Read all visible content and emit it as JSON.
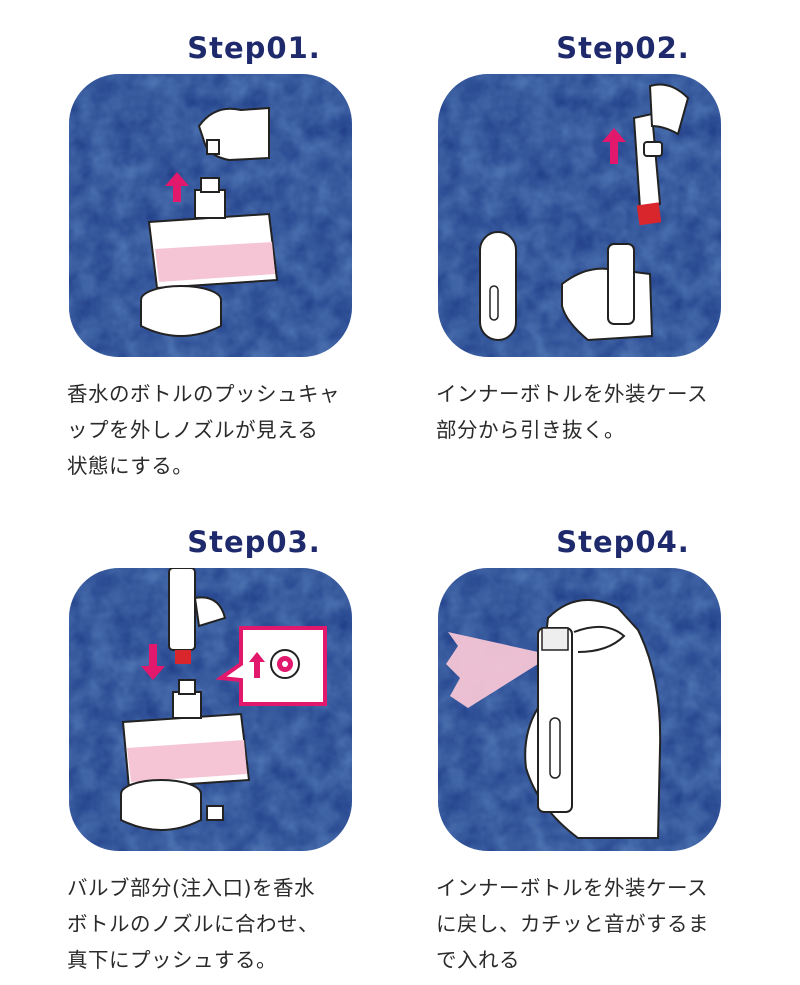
{
  "colors": {
    "title": "#1e2a6b",
    "panel_bg": "#22408a",
    "accent": "#e2186d",
    "liquid": "#f6c5d5"
  },
  "steps": [
    {
      "title": "Step01.",
      "description": "香水のボトルのプッシュキャ\nップを外しノズルが見える\n状態にする。",
      "illustration": "remove-perfume-cap"
    },
    {
      "title": "Step02.",
      "description": "インナーボトルを外装ケース\n部分から引き抜く。",
      "illustration": "pull-out-inner-bottle"
    },
    {
      "title": "Step03.",
      "description": "バルブ部分(注入口)を香水\nボトルのノズルに合わせ、\n真下にプッシュする。",
      "illustration": "push-onto-nozzle"
    },
    {
      "title": "Step04.",
      "description": "インナーボトルを外装ケース\nに戻し、カチッと音がするま\nで入れる",
      "illustration": "insert-into-case"
    }
  ]
}
